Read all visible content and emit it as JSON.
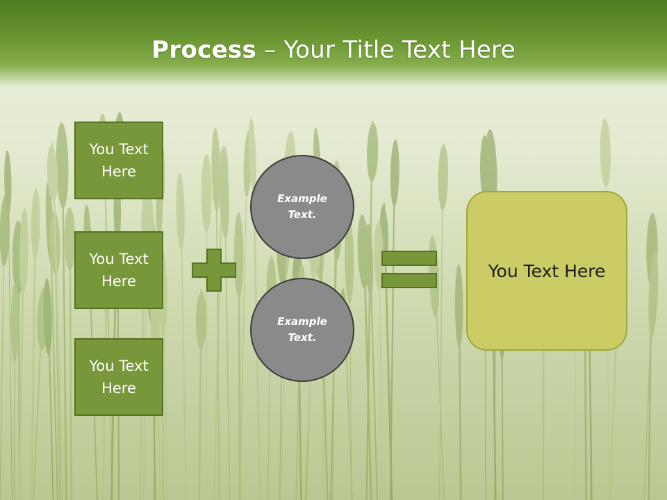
{
  "title": {
    "bold": "Process",
    "rest": " – Your Title Text Here"
  },
  "left_boxes": [
    {
      "label": "You Text Here"
    },
    {
      "label": "You Text Here"
    },
    {
      "label": "You Text Here"
    }
  ],
  "circles": [
    {
      "label": "Example Text."
    },
    {
      "label": "Example Text."
    }
  ],
  "result": {
    "label": "You Text Here"
  },
  "icons": {
    "plus": "plus-icon",
    "equals": "equals-icon"
  },
  "colors": {
    "banner": "#6a9632",
    "green_box": "#77973a",
    "circle": "#8a8a8a",
    "result_box": "#cbcc66"
  }
}
